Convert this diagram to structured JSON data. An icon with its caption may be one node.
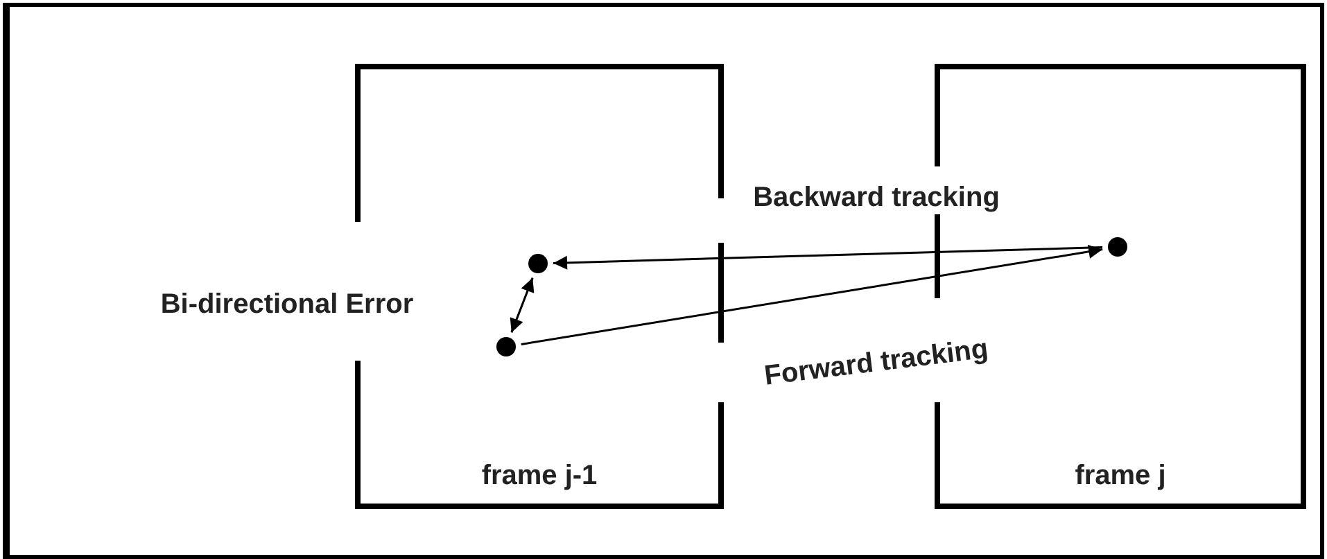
{
  "diagram": {
    "nodes": [
      {
        "text": [
          "frame j-1"
        ]
      },
      {
        "text": [
          "frame j"
        ]
      },
      {
        "text": [],
        "shape": "circle",
        "in": 0
      },
      {
        "text": [],
        "shape": "circle",
        "in": 0
      },
      {
        "text": [],
        "shape": "circle",
        "in": 1
      }
    ],
    "edges": [
      {
        "from": 2,
        "to": 4,
        "arrow": "to",
        "label": "Forward tracking"
      },
      {
        "from": 4,
        "to": 3,
        "arrow": "to",
        "label": "Backward tracking"
      },
      {
        "from": 2,
        "to": 3,
        "arrow": "both",
        "label": "Bi-directional Error"
      }
    ]
  }
}
